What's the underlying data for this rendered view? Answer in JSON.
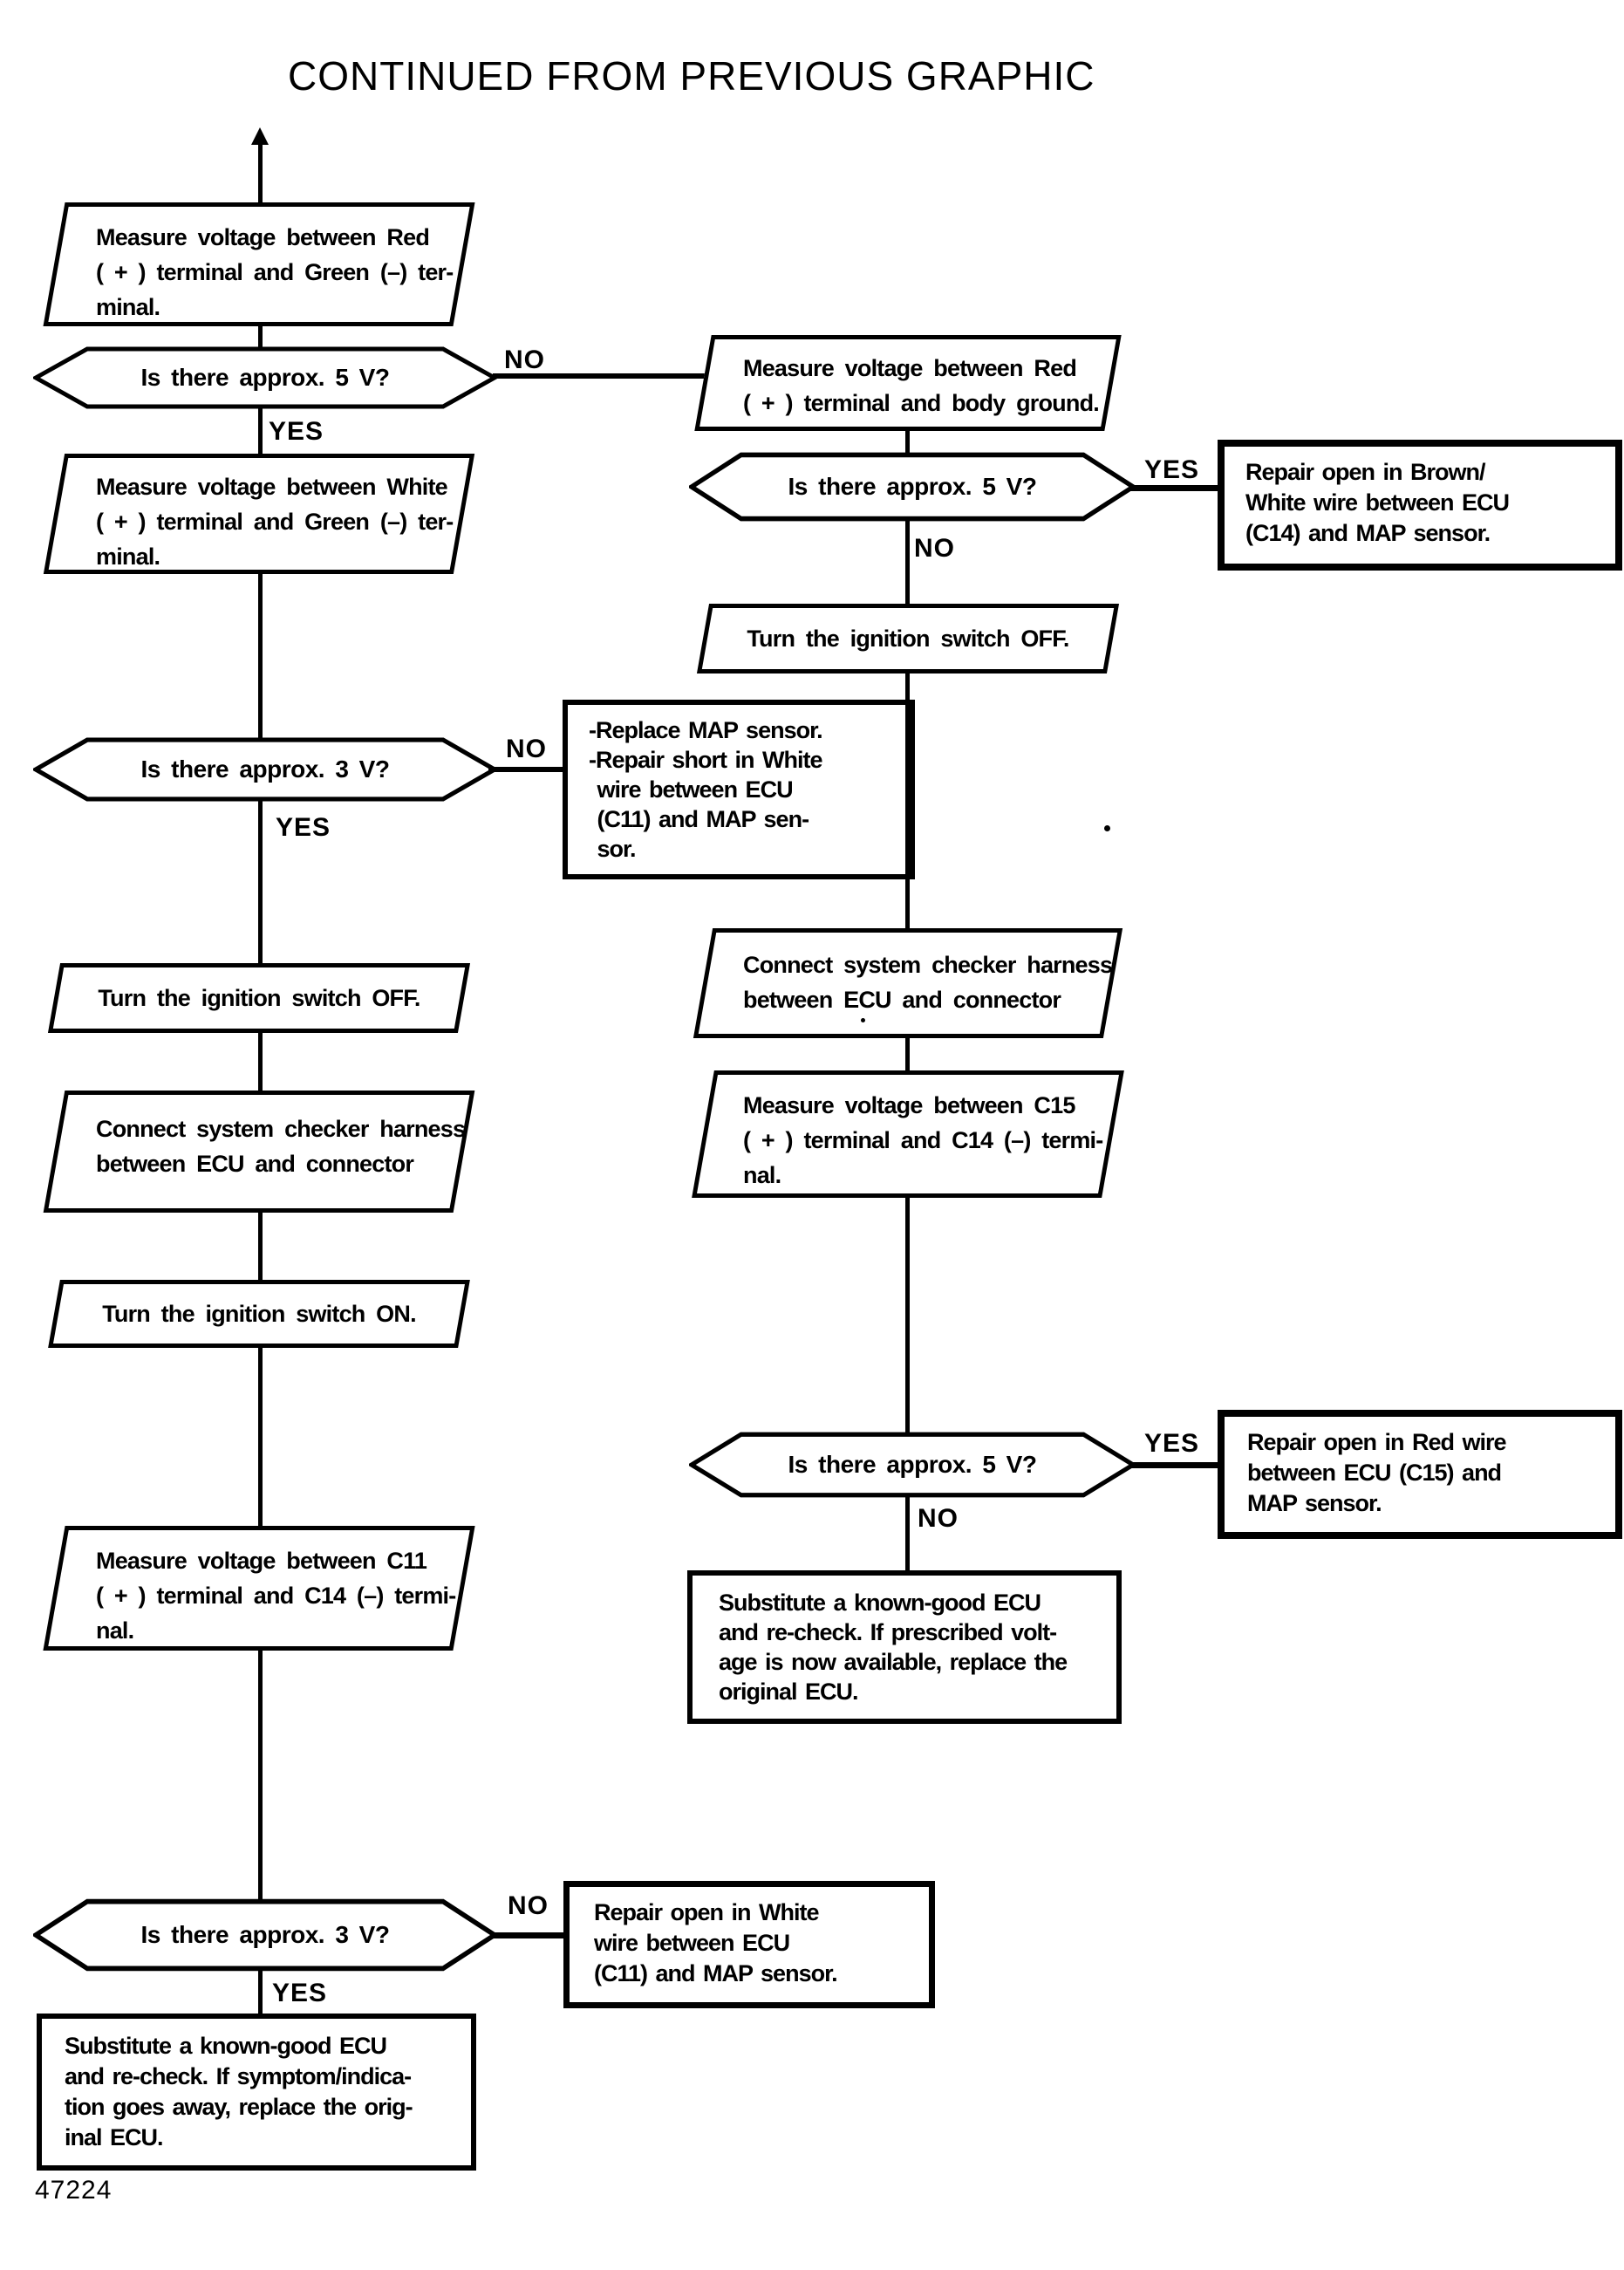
{
  "title": "CONTINUED FROM PREVIOUS GRAPHIC",
  "figure_number": "47224",
  "labels": {
    "yes": "YES",
    "no": "NO"
  },
  "nodes": {
    "measure_red_green": "Measure voltage between Red\n( + ) terminal and Green (–) ter-\nminal.",
    "is_5v_left": "Is there approx. 5 V?",
    "measure_red_body": "Measure voltage between Red\n( + ) terminal and body ground.",
    "is_5v_right_top": "Is there approx. 5 V?",
    "repair_brown_white": "Repair open in Brown/\nWhite wire between ECU\n(C14) and MAP sensor.",
    "turn_off_right": "Turn the ignition switch OFF.",
    "measure_white_green": "Measure voltage between White\n( + ) terminal and Green (–) ter-\nminal.",
    "is_3v_left": "Is there approx. 3 V?",
    "replace_map_repair_short": "-Replace MAP sensor.\n-Repair short in White\n wire between ECU\n (C11) and MAP sen-\n sor.",
    "turn_off_left": "Turn the ignition switch OFF.",
    "connect_harness_left": "Connect system checker harness\nbetween ECU and connector",
    "connect_harness_right": "Connect system checker harness\nbetween ECU and connector",
    "measure_c15_c14": "Measure voltage between C15\n( + ) terminal and C14 (–) termi-\nnal.",
    "turn_on_left": "Turn the ignition switch ON.",
    "is_5v_right_bottom": "Is there approx. 5 V?",
    "repair_red_wire": "Repair open in Red wire\nbetween ECU (C15) and\nMAP sensor.",
    "substitute_ecu_voltage": "Substitute a known-good ECU\nand re-check. If prescribed volt-\nage is now available, replace the\noriginal ECU.",
    "measure_c11_c14": "Measure voltage between C11\n( + ) terminal and C14 (–) termi-\nnal.",
    "is_3v_bottom": "Is there approx. 3 V?",
    "repair_white_wire": "Repair open in White\nwire between ECU\n(C11) and MAP sensor.",
    "substitute_ecu_symptom": "Substitute a known-good ECU\nand re-check. If symptom/indica-\ntion goes away, replace the orig-\ninal ECU."
  }
}
